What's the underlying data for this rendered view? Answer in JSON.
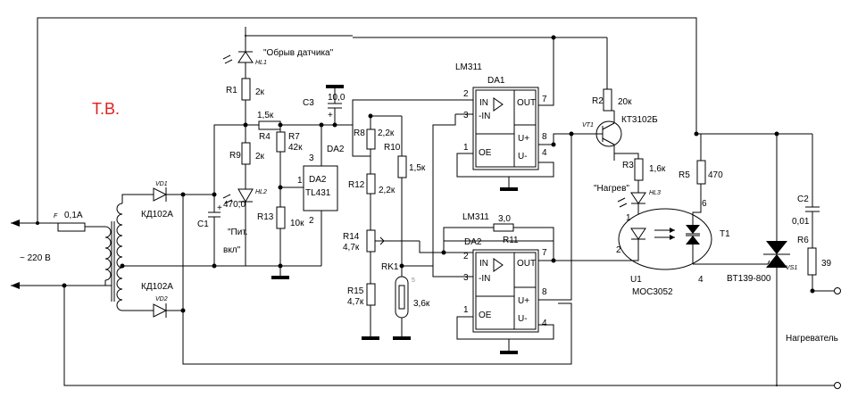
{
  "title_mark": "Т.В.",
  "mains": {
    "label": "~ 220 В",
    "fuse_prefix": "F",
    "fuse_value": "0,1А"
  },
  "heater_label": "Нагреватель",
  "ics": {
    "da1": {
      "type": "LM311",
      "ref": "DA1",
      "in": "IN",
      "nin": "-IN",
      "oe": "OE",
      "out": "OUT",
      "up": "U+",
      "um": "U-",
      "pins": [
        "2",
        "3",
        "1",
        "7",
        "8",
        "4"
      ]
    },
    "da2": {
      "type": "LM311",
      "ref": "DA2",
      "in": "IN",
      "nin": "-IN",
      "oe": "OE",
      "out": "OUT",
      "up": "U+",
      "um": "U-",
      "pins": [
        "2",
        "3",
        "1",
        "7",
        "8",
        "4"
      ]
    },
    "tl431": {
      "ref": "DA2",
      "part": "TL431",
      "ref_box": "DA2",
      "pins": [
        "3",
        "1",
        "2"
      ]
    }
  },
  "opto": {
    "ref": "U1",
    "part": "MOC3052",
    "ref2": "T1",
    "pins": [
      "1",
      "2",
      "6",
      "4"
    ]
  },
  "triac": {
    "ref": "VS1",
    "part": "BT139-800"
  },
  "transistor": {
    "ref": "VT1",
    "part": "КТ3102Б"
  },
  "diodes": [
    {
      "ref": "VD1",
      "part": "КД102А"
    },
    {
      "ref": "VD2",
      "part": "КД102А"
    }
  ],
  "leds": [
    {
      "ref": "HL1",
      "label": "\"Обрыв датчика\""
    },
    {
      "ref": "HL2",
      "label_line1": "\"Пит.",
      "label_line2": "вкл\""
    },
    {
      "ref": "HL3",
      "label": "\"Нагрев\""
    }
  ],
  "capacitors": [
    {
      "ref": "C1",
      "value": "470,0",
      "plus": "+"
    },
    {
      "ref": "C2",
      "value": "0,01"
    },
    {
      "ref": "C3",
      "value": "10,0",
      "plus": "+"
    }
  ],
  "resistors": [
    {
      "ref": "R1",
      "value": "2к"
    },
    {
      "ref": "R2",
      "value": "20к"
    },
    {
      "ref": "R3",
      "value": "1,6к"
    },
    {
      "ref": "R4",
      "value": "1,5к"
    },
    {
      "ref": "R5",
      "value": "470"
    },
    {
      "ref": "R6",
      "value": "39"
    },
    {
      "ref": "R7",
      "value": "42к"
    },
    {
      "ref": "R8",
      "value": "2,2к"
    },
    {
      "ref": "R9",
      "value": "2к"
    },
    {
      "ref": "R10",
      "value": "1,5к"
    },
    {
      "ref": "R11",
      "value": "3,0"
    },
    {
      "ref": "R12",
      "value": "2,2к"
    },
    {
      "ref": "R13",
      "value": "10к"
    },
    {
      "ref": "R14",
      "value": "4,7к"
    },
    {
      "ref": "R15",
      "value": "4,7к"
    }
  ],
  "sensor": {
    "ref": "RK1",
    "value": "3,6к",
    "pin": "5"
  },
  "pin_labels": {
    "six": "6",
    "one": "1",
    "four": "4",
    "two": "2"
  }
}
